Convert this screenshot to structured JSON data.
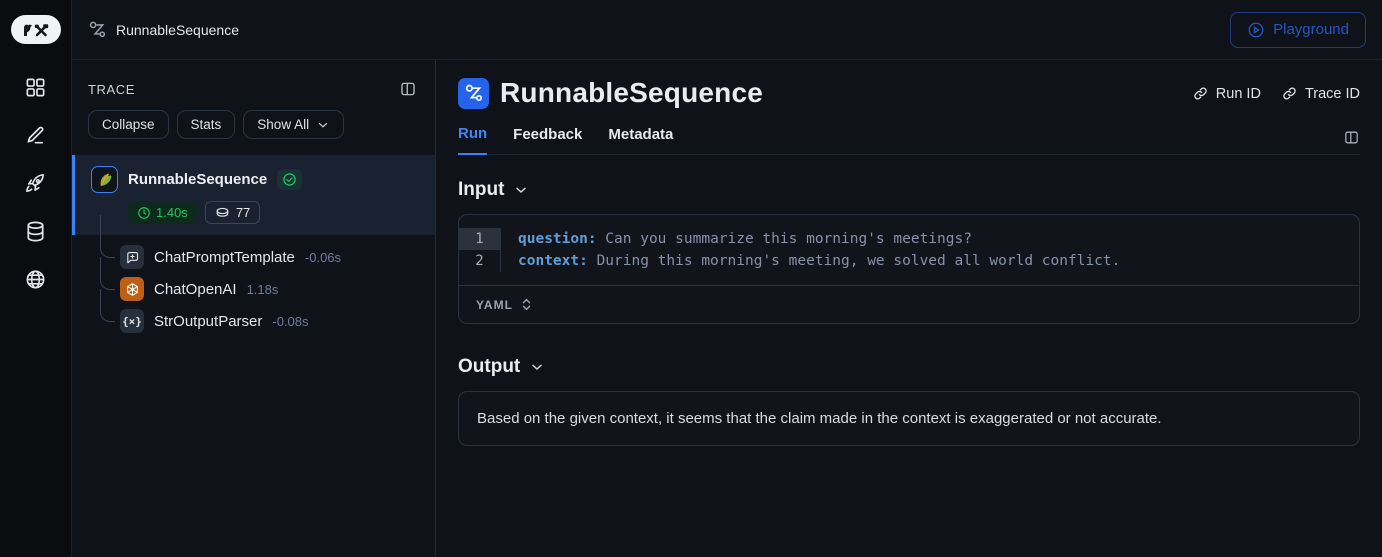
{
  "topbar": {
    "breadcrumb": "RunnableSequence",
    "playground_label": "Playground"
  },
  "sidebar": {
    "icons": [
      "apps-grid",
      "pencil",
      "rocket",
      "database",
      "globe"
    ]
  },
  "trace_panel": {
    "title": "TRACE",
    "buttons": {
      "collapse": "Collapse",
      "stats": "Stats",
      "show_all": "Show All"
    },
    "root": {
      "name": "RunnableSequence",
      "latency": "1.40s",
      "tokens": "77"
    },
    "children": [
      {
        "name": "ChatPromptTemplate",
        "latency": "-0.06s"
      },
      {
        "name": "ChatOpenAI",
        "latency": "1.18s"
      },
      {
        "name": "StrOutputParser",
        "latency": "-0.08s"
      }
    ]
  },
  "main": {
    "title": "RunnableSequence",
    "run_id_label": "Run ID",
    "trace_id_label": "Trace ID",
    "tabs": {
      "run": "Run",
      "feedback": "Feedback",
      "metadata": "Metadata"
    },
    "input": {
      "heading": "Input",
      "format_label": "YAML",
      "lines": [
        {
          "num": "1",
          "key": "question:",
          "value": " Can you summarize this morning's meetings?"
        },
        {
          "num": "2",
          "key": "context:",
          "value": " During this morning's meeting, we solved all world conflict."
        }
      ]
    },
    "output": {
      "heading": "Output",
      "text": "Based on the given context, it seems that the claim made in the context is exaggerated or not accurate."
    }
  },
  "colors": {
    "accent_blue": "#2563eb",
    "success_green": "#22c55e",
    "openai_orange": "#bd5f14",
    "selected_row": "#1a2231"
  }
}
